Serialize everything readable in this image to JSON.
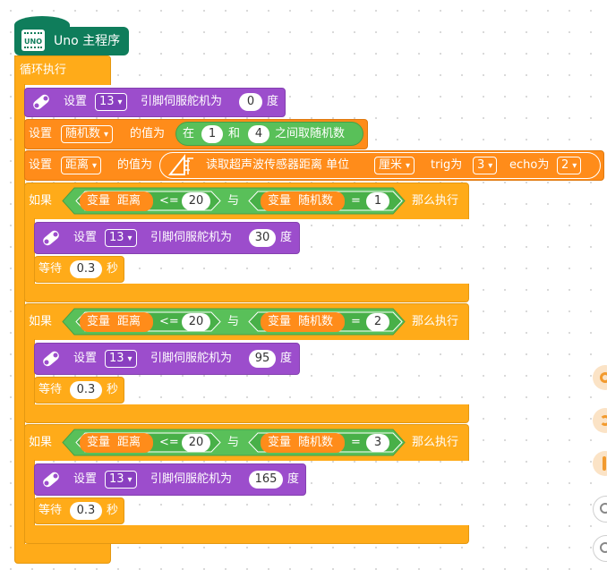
{
  "hat": {
    "label": "Uno 主程序",
    "board_label": "UNO"
  },
  "loop": {
    "label": "循环执行"
  },
  "servo_block": {
    "set": "设置",
    "pin": "13",
    "middle": "引脚伺服舵机为",
    "unit": "度"
  },
  "first_servo": {
    "angle": "0"
  },
  "random_set": {
    "set": "设置",
    "var": "随机数",
    "value_of": "的值为",
    "in": "在",
    "from": "1",
    "and": "和",
    "to": "4",
    "between": "之间取随机数"
  },
  "distance_set": {
    "set": "设置",
    "var": "距离",
    "value_of": "的值为",
    "read": "读取超声波传感器距离 单位",
    "unit": "厘米",
    "trig": "trig为",
    "trig_val": "3",
    "echo": "echo为",
    "echo_val": "2"
  },
  "common": {
    "if": "如果",
    "var": "变量",
    "dist_name": "距离",
    "rand_name": "随机数",
    "le": "<=",
    "eq": "=",
    "and": "与",
    "then": "那么执行",
    "wait": "等待",
    "wait_val": "0.3",
    "sec": "秒"
  },
  "conditions": [
    {
      "dist_val": "20",
      "rand_val": "1",
      "angle": "30"
    },
    {
      "dist_val": "20",
      "rand_val": "2",
      "angle": "95"
    },
    {
      "dist_val": "20",
      "rand_val": "3",
      "angle": "165"
    }
  ]
}
